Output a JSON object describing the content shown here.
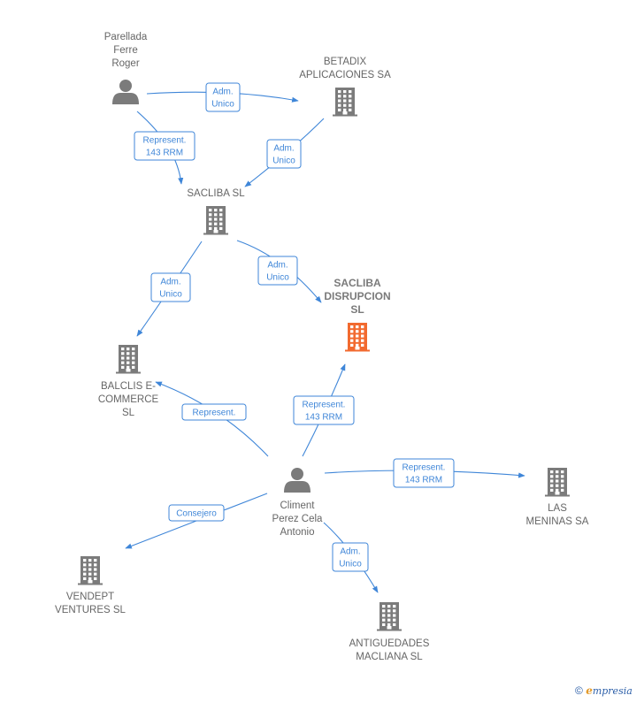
{
  "colors": {
    "edge": "#3f86d8",
    "node_gray": "#7b7b7b",
    "node_focus": "#f26a2f"
  },
  "nodes": [
    {
      "id": "parellada",
      "kind": "person",
      "label_lines": [
        "Parellada",
        "Ferre",
        "Roger"
      ],
      "focus": false
    },
    {
      "id": "betadix",
      "kind": "company",
      "label_lines": [
        "BETADIX",
        "APLICACIONES SA"
      ],
      "focus": false
    },
    {
      "id": "sacliba",
      "kind": "company",
      "label_lines": [
        "SACLIBA  SL"
      ],
      "focus": false
    },
    {
      "id": "disrupcion",
      "kind": "company",
      "label_lines": [
        "SACLIBA",
        "DISRUPCION",
        "SL"
      ],
      "focus": true
    },
    {
      "id": "balclis",
      "kind": "company",
      "label_lines": [
        "BALCLIS E-",
        "COMMERCE",
        "SL"
      ],
      "focus": false
    },
    {
      "id": "climent",
      "kind": "person",
      "label_lines": [
        "Climent",
        "Perez Cela",
        "Antonio"
      ],
      "focus": false
    },
    {
      "id": "lasmeninas",
      "kind": "company",
      "label_lines": [
        "LAS",
        "MENINAS SA"
      ],
      "focus": false
    },
    {
      "id": "vendept",
      "kind": "company",
      "label_lines": [
        "VENDEPT",
        "VENTURES  SL"
      ],
      "focus": false
    },
    {
      "id": "antiguedades",
      "kind": "company",
      "label_lines": [
        "ANTIGUEDADES",
        "MACLIANA  SL"
      ],
      "focus": false
    }
  ],
  "edges": [
    {
      "from": "parellada",
      "to": "betadix",
      "label_lines": [
        "Adm.",
        "Unico"
      ]
    },
    {
      "from": "parellada",
      "to": "sacliba",
      "label_lines": [
        "Represent.",
        "143 RRM"
      ]
    },
    {
      "from": "betadix",
      "to": "sacliba",
      "label_lines": [
        "Adm.",
        "Unico"
      ]
    },
    {
      "from": "sacliba",
      "to": "balclis",
      "label_lines": [
        "Adm.",
        "Unico"
      ]
    },
    {
      "from": "sacliba",
      "to": "disrupcion",
      "label_lines": [
        "Adm.",
        "Unico"
      ]
    },
    {
      "from": "climent",
      "to": "balclis",
      "label_lines": [
        "Represent."
      ]
    },
    {
      "from": "climent",
      "to": "disrupcion",
      "label_lines": [
        "Represent.",
        "143 RRM"
      ]
    },
    {
      "from": "climent",
      "to": "lasmeninas",
      "label_lines": [
        "Represent.",
        "143 RRM"
      ]
    },
    {
      "from": "climent",
      "to": "vendept",
      "label_lines": [
        "Consejero"
      ]
    },
    {
      "from": "climent",
      "to": "antiguedades",
      "label_lines": [
        "Adm.",
        "Unico"
      ]
    }
  ],
  "footer": {
    "copyright": "©",
    "brand_initial": "e",
    "brand_rest": "mpresia"
  }
}
